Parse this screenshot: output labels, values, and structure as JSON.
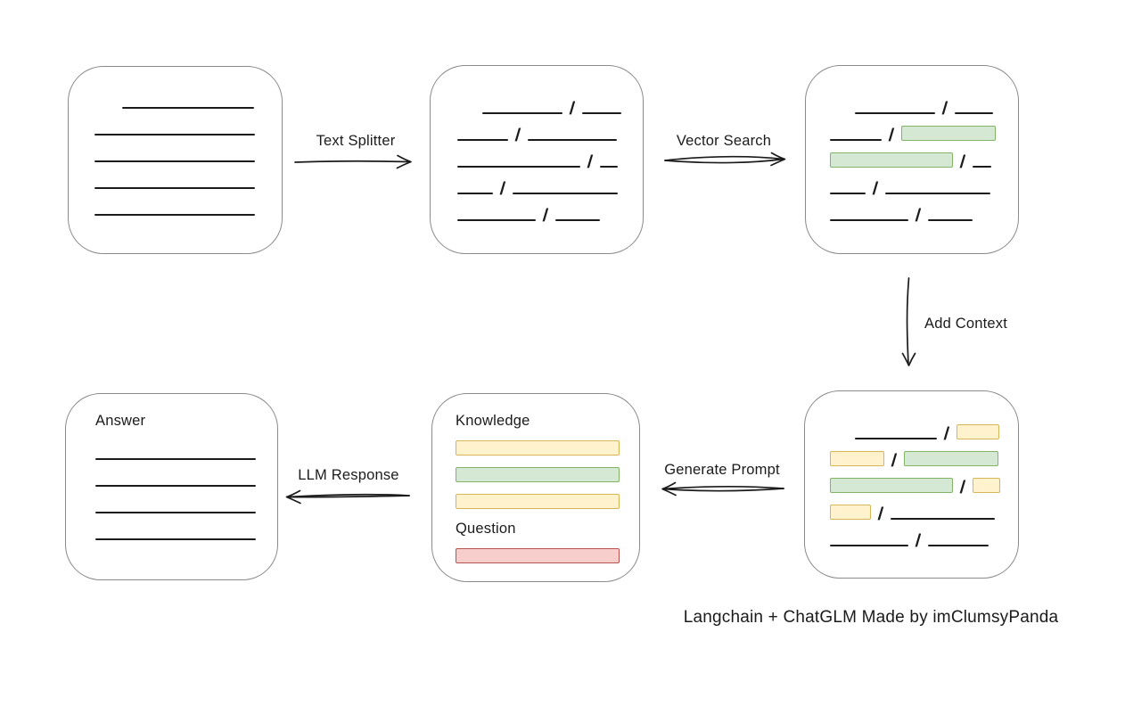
{
  "caption": "Langchain + ChatGLM Made by imClumsyPanda",
  "colors": {
    "line": "#1b1b1b",
    "box_border": "#8a8a8a",
    "green_fill": "#d5e8d4",
    "green_border": "#82b366",
    "yellow_fill": "#fff2cc",
    "yellow_border": "#d6b656",
    "red_fill": "#f8cecc",
    "red_border": "#b85450"
  },
  "arrows": {
    "text_splitter": {
      "label": "Text Splitter",
      "direction": "right"
    },
    "vector_search": {
      "label": "Vector Search",
      "direction": "right"
    },
    "add_context": {
      "label": "Add Context",
      "direction": "down"
    },
    "generate_prompt": {
      "label": "Generate Prompt",
      "direction": "left"
    },
    "llm_response": {
      "label": "LLM Response",
      "direction": "left"
    }
  },
  "boxes": {
    "document": {
      "rows": [
        {
          "indent": 31,
          "segments": [
            {
              "type": "line",
              "w": 148
            }
          ]
        },
        {
          "segments": [
            {
              "type": "line",
              "w": 180
            }
          ]
        },
        {
          "segments": [
            {
              "type": "line",
              "w": 180
            }
          ]
        },
        {
          "segments": [
            {
              "type": "line",
              "w": 180
            }
          ]
        },
        {
          "segments": [
            {
              "type": "line",
              "w": 180
            }
          ]
        }
      ]
    },
    "chunks": {
      "rows": [
        {
          "indent": 28,
          "segments": [
            {
              "type": "line",
              "w": 90
            },
            {
              "type": "slash"
            },
            {
              "type": "line",
              "w": 44
            }
          ]
        },
        {
          "segments": [
            {
              "type": "line",
              "w": 57
            },
            {
              "type": "slash"
            },
            {
              "type": "line",
              "w": 100
            }
          ]
        },
        {
          "segments": [
            {
              "type": "line",
              "w": 138
            },
            {
              "type": "slash"
            },
            {
              "type": "line",
              "w": 20
            }
          ]
        },
        {
          "segments": [
            {
              "type": "line",
              "w": 40
            },
            {
              "type": "slash"
            },
            {
              "type": "line",
              "w": 118
            }
          ]
        },
        {
          "segments": [
            {
              "type": "line",
              "w": 88
            },
            {
              "type": "slash"
            },
            {
              "type": "line",
              "w": 50
            }
          ]
        }
      ]
    },
    "retrieved": {
      "rows": [
        {
          "indent": 28,
          "segments": [
            {
              "type": "line",
              "w": 90
            },
            {
              "type": "slash"
            },
            {
              "type": "line",
              "w": 43
            }
          ]
        },
        {
          "segments": [
            {
              "type": "line",
              "w": 58
            },
            {
              "type": "slash"
            },
            {
              "type": "green",
              "w": 106
            }
          ]
        },
        {
          "segments": [
            {
              "type": "green",
              "w": 138
            },
            {
              "type": "slash"
            },
            {
              "type": "line",
              "w": 21
            }
          ]
        },
        {
          "segments": [
            {
              "type": "line",
              "w": 40
            },
            {
              "type": "slash"
            },
            {
              "type": "line",
              "w": 118
            }
          ]
        },
        {
          "segments": [
            {
              "type": "line",
              "w": 88
            },
            {
              "type": "slash"
            },
            {
              "type": "line",
              "w": 50
            }
          ]
        }
      ]
    },
    "context": {
      "rows": [
        {
          "indent": 28,
          "segments": [
            {
              "type": "line",
              "w": 92
            },
            {
              "type": "slash"
            },
            {
              "type": "yellow",
              "w": 48
            }
          ]
        },
        {
          "segments": [
            {
              "type": "yellow",
              "w": 61
            },
            {
              "type": "slash"
            },
            {
              "type": "green",
              "w": 106
            }
          ]
        },
        {
          "segments": [
            {
              "type": "green",
              "w": 138
            },
            {
              "type": "slash"
            },
            {
              "type": "yellow",
              "w": 31
            }
          ]
        },
        {
          "segments": [
            {
              "type": "yellow",
              "w": 46
            },
            {
              "type": "slash"
            },
            {
              "type": "line",
              "w": 117
            }
          ]
        },
        {
          "segments": [
            {
              "type": "line",
              "w": 88
            },
            {
              "type": "slash"
            },
            {
              "type": "line",
              "w": 68
            }
          ]
        }
      ]
    },
    "prompt": {
      "knowledge_label": "Knowledge",
      "question_label": "Question",
      "knowledge_bars": [
        "yellow",
        "green",
        "yellow"
      ],
      "question_bars": [
        "red"
      ]
    },
    "answer": {
      "label": "Answer",
      "rows": [
        {
          "segments": [
            {
              "type": "line",
              "w": 180
            }
          ]
        },
        {
          "segments": [
            {
              "type": "line",
              "w": 180
            }
          ]
        },
        {
          "segments": [
            {
              "type": "line",
              "w": 180
            }
          ]
        },
        {
          "segments": [
            {
              "type": "line",
              "w": 180
            }
          ]
        }
      ]
    }
  }
}
